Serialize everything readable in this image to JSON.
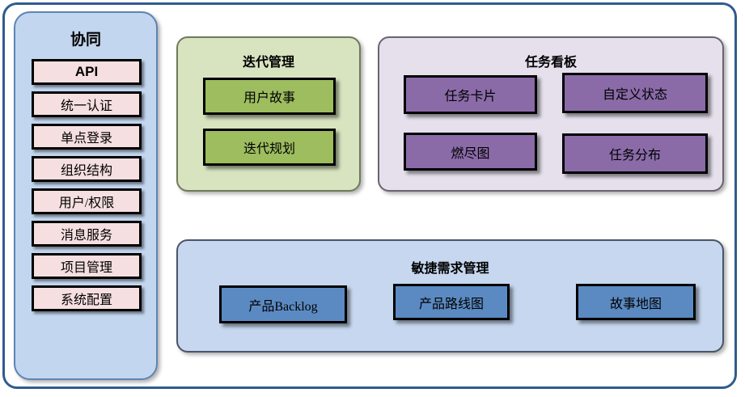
{
  "diagram": {
    "title": "协同",
    "sidebar": {
      "title": "协同",
      "items": [
        {
          "label": "API"
        },
        {
          "label": "统一认证"
        },
        {
          "label": "单点登录"
        },
        {
          "label": "组织结构"
        },
        {
          "label": "用户/权限"
        },
        {
          "label": "消息服务"
        },
        {
          "label": "项目管理"
        },
        {
          "label": "系统配置"
        }
      ]
    },
    "panels": {
      "iteration": {
        "title": "迭代管理",
        "fill": "#d8e4c0",
        "node_fill": "#9dbd5f",
        "nodes": [
          {
            "label": "用户故事"
          },
          {
            "label": "迭代规划"
          }
        ]
      },
      "board": {
        "title": "任务看板",
        "fill": "#e5e0ec",
        "node_fill": "#8a6ba8",
        "nodes": [
          {
            "label": "任务卡片"
          },
          {
            "label": "自定义状态"
          },
          {
            "label": "燃尽图"
          },
          {
            "label": "任务分布"
          }
        ]
      },
      "agile": {
        "title": "敏捷需求管理",
        "fill": "#c6d7ef",
        "node_fill": "#5b8ac2",
        "nodes": [
          {
            "label": "产品Backlog"
          },
          {
            "label": "产品路线图"
          },
          {
            "label": "故事地图"
          }
        ]
      }
    },
    "colors": {
      "frame_border": "#2f5c8f",
      "sidebar_fill": "#c3d6ef",
      "sidebar_border": "#5c84b4",
      "sidebar_item_fill": "#f6dfe0",
      "node_border": "#000000"
    }
  }
}
